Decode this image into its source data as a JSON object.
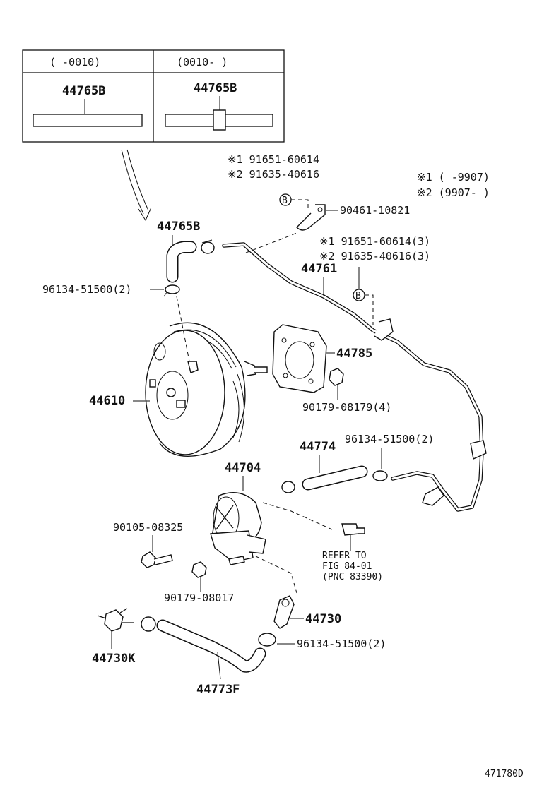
{
  "inset": {
    "col1_header": "(       -0010)",
    "col2_header": "(0010-        )",
    "col1_part": "44765B",
    "col2_part": "44765B"
  },
  "notes": {
    "note1": "※1 (       -9907)",
    "note2": "※2 (9907-       )"
  },
  "labels": {
    "p_91651_top": "※1 91651-60614",
    "p_91635_top": "※2 91635-40616",
    "p_90461": "90461-10821",
    "p_91651_mid": "※1 91651-60614(3)",
    "p_91635_mid": "※2 91635-40616(3)",
    "p_44761": "44761",
    "p_44765b": "44765B",
    "p_96134_a": "96134-51500(2)",
    "p_44785": "44785",
    "p_90179_a": "90179-08179(4)",
    "p_44610": "44610",
    "p_44774": "44774",
    "p_96134_b": "96134-51500(2)",
    "p_44704": "44704",
    "p_90105": "90105-08325",
    "refer_1": "REFER TO",
    "refer_2": "FIG 84-01",
    "refer_3": "(PNC 83390)",
    "p_90179_b": "90179-08017",
    "p_44730": "44730",
    "p_96134_c": "96134-51500(2)",
    "p_44730k": "44730K",
    "p_44773f": "44773F",
    "circle_b": "B",
    "figure_no": "471780D"
  }
}
